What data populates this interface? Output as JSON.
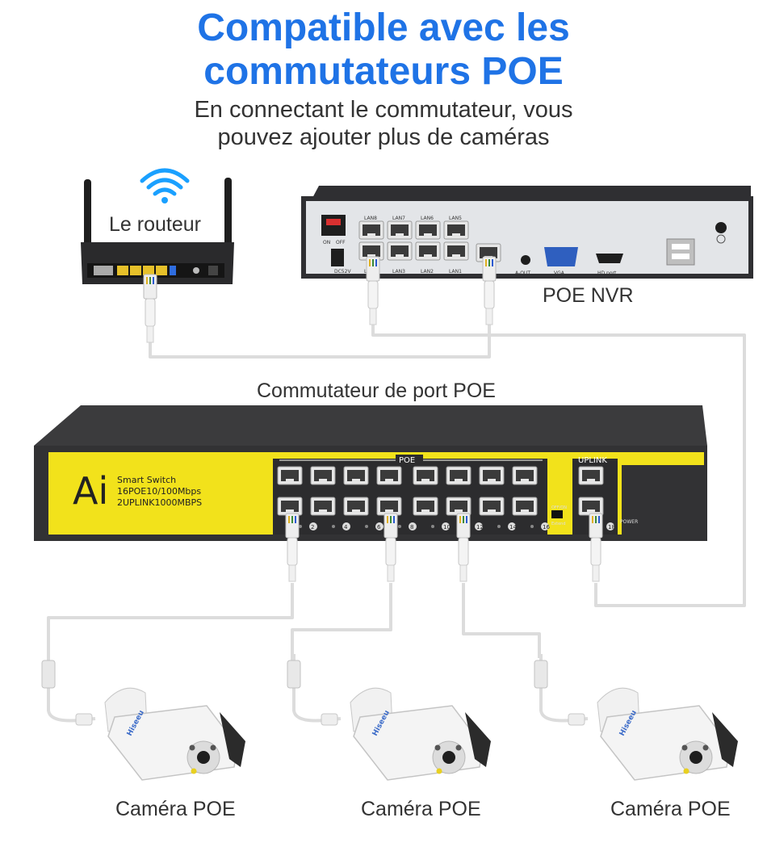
{
  "header": {
    "title_line1": "Compatible avec les",
    "title_line2": "commutateurs POE",
    "subtitle_line1": "En connectant le commutateur, vous",
    "subtitle_line2": "pouvez ajouter plus de caméras"
  },
  "router": {
    "label": "Le routeur"
  },
  "nvr": {
    "label": "POE NVR",
    "switch_on": "ON",
    "switch_off": "OFF",
    "dc": "DC52V",
    "lan_top": [
      "LAN8",
      "LAN7",
      "LAN6",
      "LAN5"
    ],
    "lan_bottom": [
      "LAN4",
      "LAN3",
      "LAN2",
      "LAN1"
    ],
    "aout": "A-OUT",
    "vga": "VGA",
    "hd": "HD port"
  },
  "switch": {
    "label": "Commutateur de port POE",
    "brand": "Ai",
    "line1": "Smart Switch",
    "line2": "16POE10/100Mbps",
    "line3": "2UPLINK1000MBPS",
    "poe_group": "POE",
    "uplink_group": "UPLINK",
    "offon": "OFF/ON",
    "extend": "Extend",
    "power": "POWER",
    "port_numbers": [
      "2",
      "4",
      "6",
      "8",
      "10",
      "12",
      "14",
      "16",
      "18"
    ]
  },
  "cameras": [
    {
      "label": "Caméra POE",
      "brand": "Hiseeu"
    },
    {
      "label": "Caméra POE",
      "brand": "Hiseeu"
    },
    {
      "label": "Caméra POE",
      "brand": "Hiseeu"
    }
  ],
  "colors": {
    "title": "#1f73e6",
    "switch_panel": "#f2e21b",
    "device_body": "#3a3a3d",
    "nvr_panel": "#e3e5e8",
    "cable": "#dcdcdc"
  }
}
